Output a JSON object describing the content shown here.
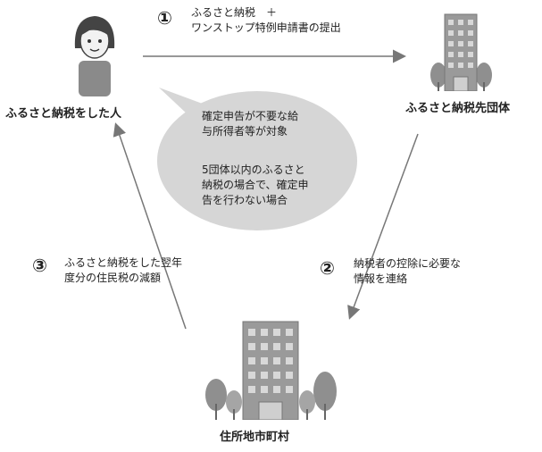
{
  "entities": {
    "person": {
      "label": "ふるさと納税をした人",
      "icon": "person-icon"
    },
    "destination": {
      "label": "ふるさと納税先団体",
      "icon": "office-building-icon"
    },
    "municipality": {
      "label": "住所地市町村",
      "icon": "city-hall-icon"
    }
  },
  "steps": [
    {
      "number": "①",
      "lines": [
        "ふるさと納税　＋",
        "ワンストップ特例申請書の提出"
      ]
    },
    {
      "number": "②",
      "lines": [
        "納税者の控除に必要な",
        "情報を連絡"
      ]
    },
    {
      "number": "③",
      "lines": [
        "ふるさと納税をした翌年",
        "度分の住民税の減額"
      ]
    }
  ],
  "bubble": {
    "lines": [
      "確定申告が不要な給",
      "与所得者等が対象",
      "",
      "5団体以内のふるさと",
      "納税の場合で、確定申",
      "告を行わない場合"
    ]
  },
  "colors": {
    "bubble": "#d6d6d6",
    "arrow": "#777777",
    "building": "#9a9a9a",
    "tree": "#8f8f8f"
  }
}
